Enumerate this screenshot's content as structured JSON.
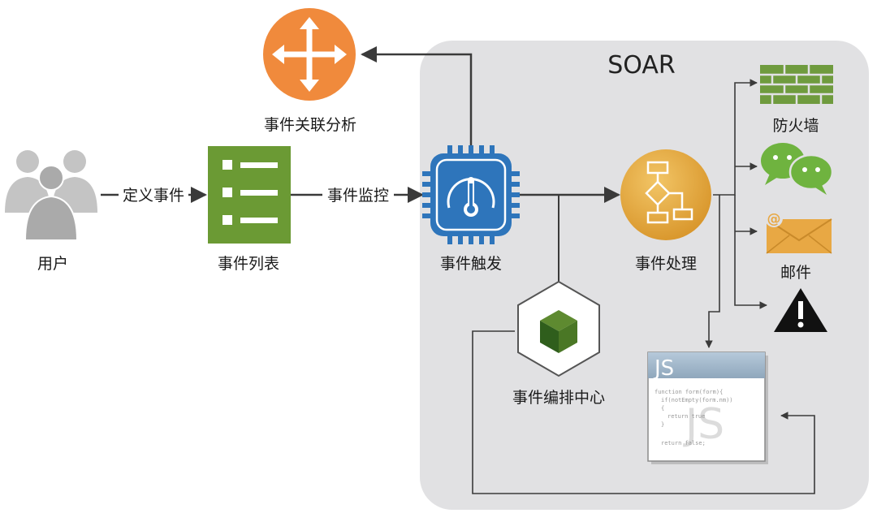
{
  "region": {
    "title": "SOAR"
  },
  "nodes": {
    "user": {
      "label": "用户",
      "icon": "users-icon"
    },
    "event_list": {
      "label": "事件列表",
      "icon": "checklist-icon"
    },
    "correlation": {
      "label": "事件关联分析",
      "icon": "router-arrows-icon"
    },
    "trigger": {
      "label": "事件触发",
      "icon": "chip-gauge-icon"
    },
    "processing": {
      "label": "事件处理",
      "icon": "flowchart-icon"
    },
    "orchestration": {
      "label": "事件编排中心",
      "icon": "cube-icon"
    },
    "firewall": {
      "label": "防火墙",
      "icon": "brick-wall-icon"
    },
    "wechat": {
      "icon": "wechat-icon"
    },
    "email": {
      "label": "邮件",
      "icon": "envelope-icon"
    },
    "alert": {
      "icon": "warning-icon"
    },
    "script": {
      "icon": "js-script-icon",
      "title": "JS",
      "watermark": "JS",
      "code": [
        "function form(form){",
        "if(notEmpty(form.nm))",
        "{",
        "return true",
        "}",
        "return false;"
      ]
    }
  },
  "edges": {
    "define_event": "定义事件",
    "event_monitor": "事件监控"
  },
  "colors": {
    "region_bg": "#e1e1e3",
    "orange": "#f08a3c",
    "green": "#6b9a34",
    "blue": "#2e75bb",
    "gold": "#e3a93e",
    "dark_green": "#2f5e1c",
    "brick": "#6f9b3e",
    "wechat": "#6fb33f",
    "envelope": "#e8a844",
    "line": "#3a3a3a"
  }
}
